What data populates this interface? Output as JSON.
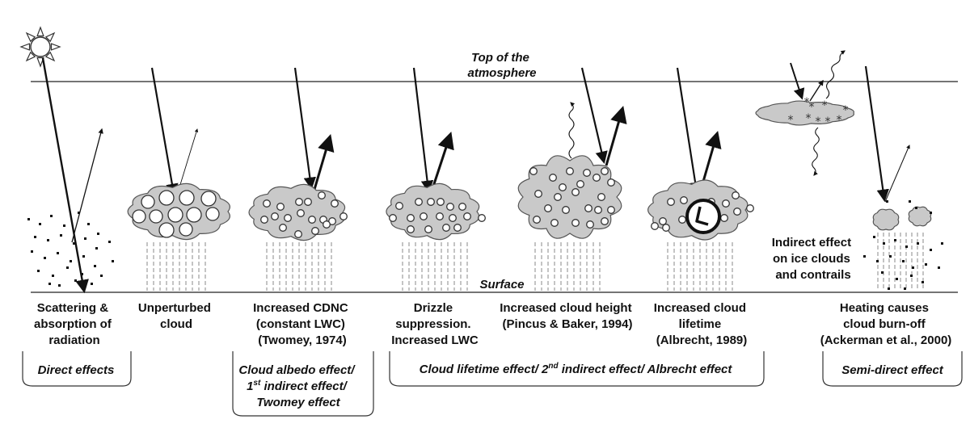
{
  "atmosphere": {
    "top_label": [
      "Top of the",
      "atmosphere"
    ],
    "surface_label": "Surface"
  },
  "panels": [
    {
      "id": "scattering",
      "caption": [
        "Scattering &",
        "absorption of",
        "radiation"
      ]
    },
    {
      "id": "unperturbed",
      "caption": [
        "Unperturbed",
        "cloud"
      ]
    },
    {
      "id": "increased-cdnc",
      "caption": [
        "Increased CDNC",
        "(constant LWC)",
        "(Twomey, 1974)"
      ]
    },
    {
      "id": "drizzle",
      "caption": [
        "Drizzle",
        "suppression.",
        "Increased LWC"
      ]
    },
    {
      "id": "cloud-height",
      "caption": [
        "Increased cloud height",
        "(Pincus & Baker, 1994)"
      ]
    },
    {
      "id": "cloud-lifetime",
      "caption": [
        "Increased cloud",
        "lifetime",
        "(Albrecht, 1989)"
      ]
    },
    {
      "id": "ice-clouds",
      "caption": [
        "Indirect effect",
        "on ice clouds",
        "and contrails"
      ]
    },
    {
      "id": "semi-direct",
      "caption": [
        "Heating causes",
        "cloud  burn-off",
        "(Ackerman et al., 2000)"
      ]
    }
  ],
  "effects": {
    "direct": "Direct effects",
    "albedo": {
      "line1": "Cloud albedo effect/",
      "line2_prefix": "1",
      "line2_sup": "st",
      "line2_rest": " indirect effect/",
      "line3": "Twomey effect"
    },
    "lifetime": {
      "prefix": "Cloud lifetime effect/ 2",
      "sup": "nd",
      "rest": " indirect effect/ Albrecht effect"
    },
    "semi_direct": "Semi-direct effect"
  },
  "icons": [
    "sun-icon",
    "clock-icon"
  ]
}
